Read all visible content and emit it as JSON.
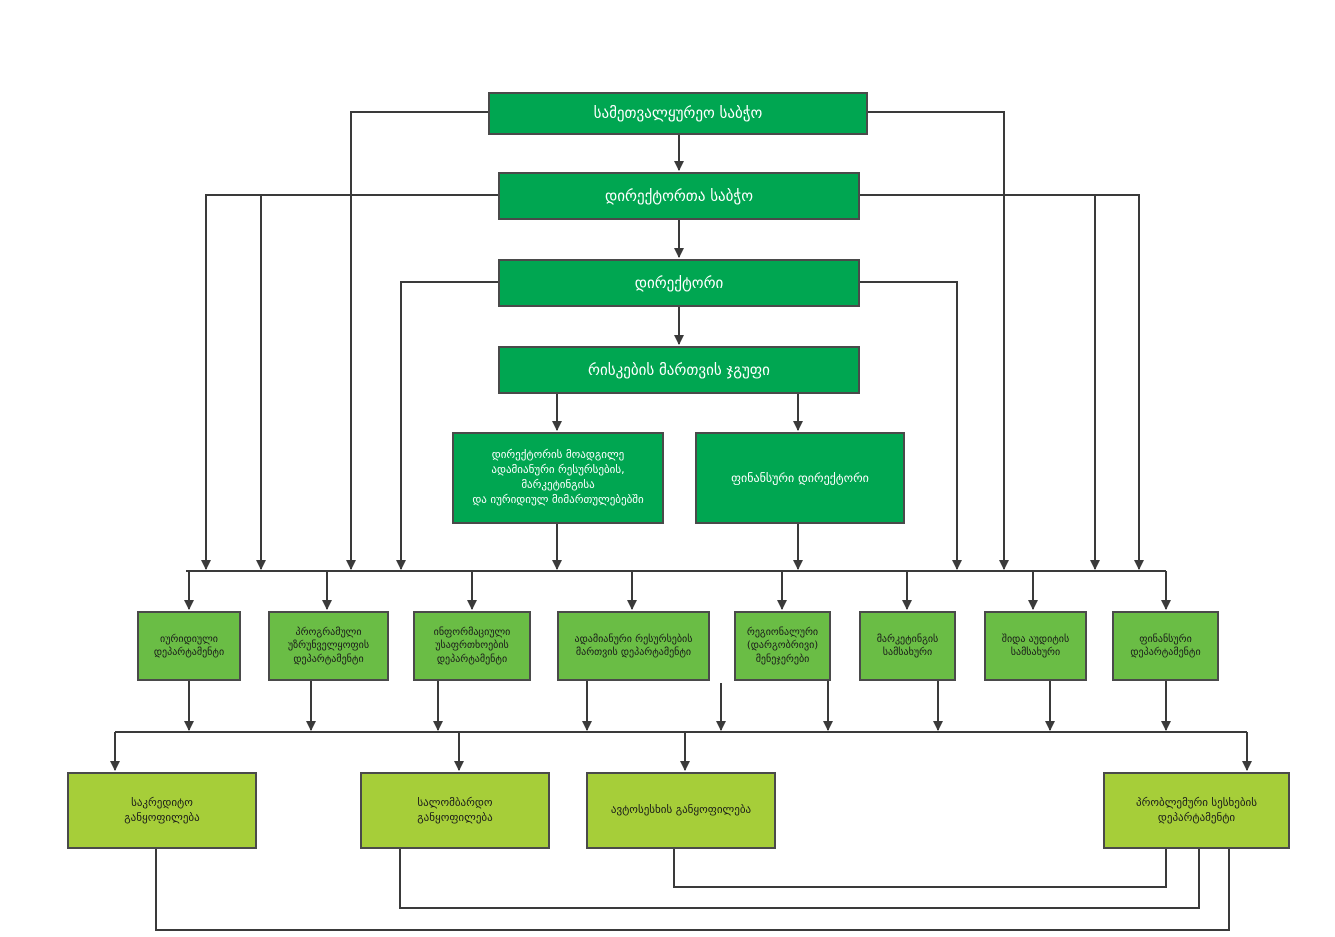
{
  "nodes": {
    "supervisory_board": "სამეთვალყურეო საბჭო",
    "board_of_directors": "დირექტორთა საბჭო",
    "director": "დირექტორი",
    "risk_management_group": "რისკების მართვის ჯგუფი",
    "deputy_director": "დირექტორის მოადგილე\nადამიანური რესურსების,\nმარკეტინგისა\nდა იურიდიულ მიმართულებებში",
    "financial_director": "ფინანსური დირექტორი",
    "legal_department": "იურიდიული\nდეპარტამენტი",
    "software_department": "პროგრამული\nუზრუნველყოფის\nდეპარტამენტი",
    "info_security_department": "ინფორმაციული\nუსაფრთხოების\nდეპარტამენტი",
    "hr_department": "ადამიანური რესურსების\nმართვის დეპარტამენტი",
    "regional_managers": "რეგიონალური\n(დარგობრივი)\nმენეჯერები",
    "marketing_service": "მარკეტინგის\nსამსახური",
    "internal_audit_service": "შიდა აუდიტის\nსამსახური",
    "finance_department": "ფინანსური\nდეპარტამენტი",
    "credit_division": "საკრედიტო\nგანყოფილება",
    "pawnshop_division": "სალომბარდო\nგანყოფილება",
    "auto_loans_division": "ავტოსესხის განყოფილება",
    "problem_loans_department": "პრობლემური სესხების\nდეპარტამენტი"
  },
  "colors": {
    "dark_green": "#00a651",
    "medium_green": "#6abd45",
    "light_green": "#a6ce39",
    "line": "#3a3a3a"
  }
}
